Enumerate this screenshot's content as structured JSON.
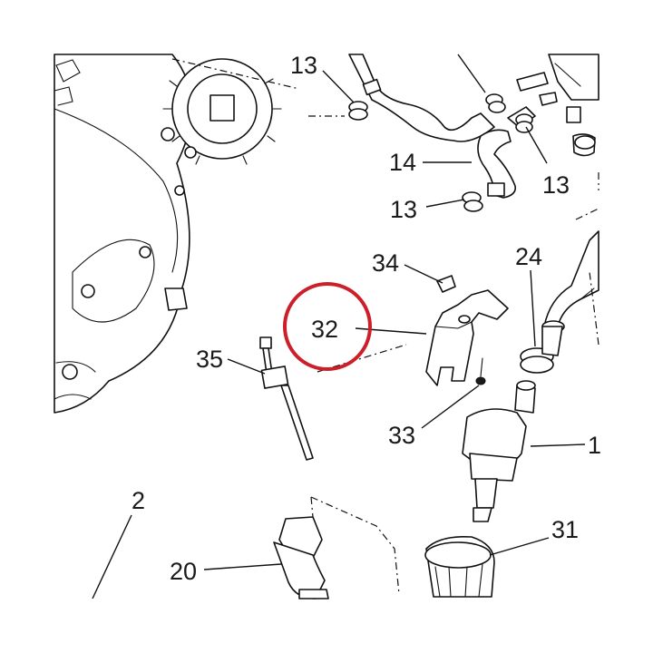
{
  "diagram": {
    "callouts": {
      "c13a": "13",
      "c13b": "13",
      "c13c": "13",
      "c14": "14",
      "c34": "34",
      "c24": "24",
      "c32": "32",
      "c35": "35",
      "c33": "33",
      "c1": "1",
      "c2": "2",
      "c20": "20",
      "c31": "31"
    },
    "highlight_color": "#cc1f2a",
    "line_color": "#111111"
  }
}
